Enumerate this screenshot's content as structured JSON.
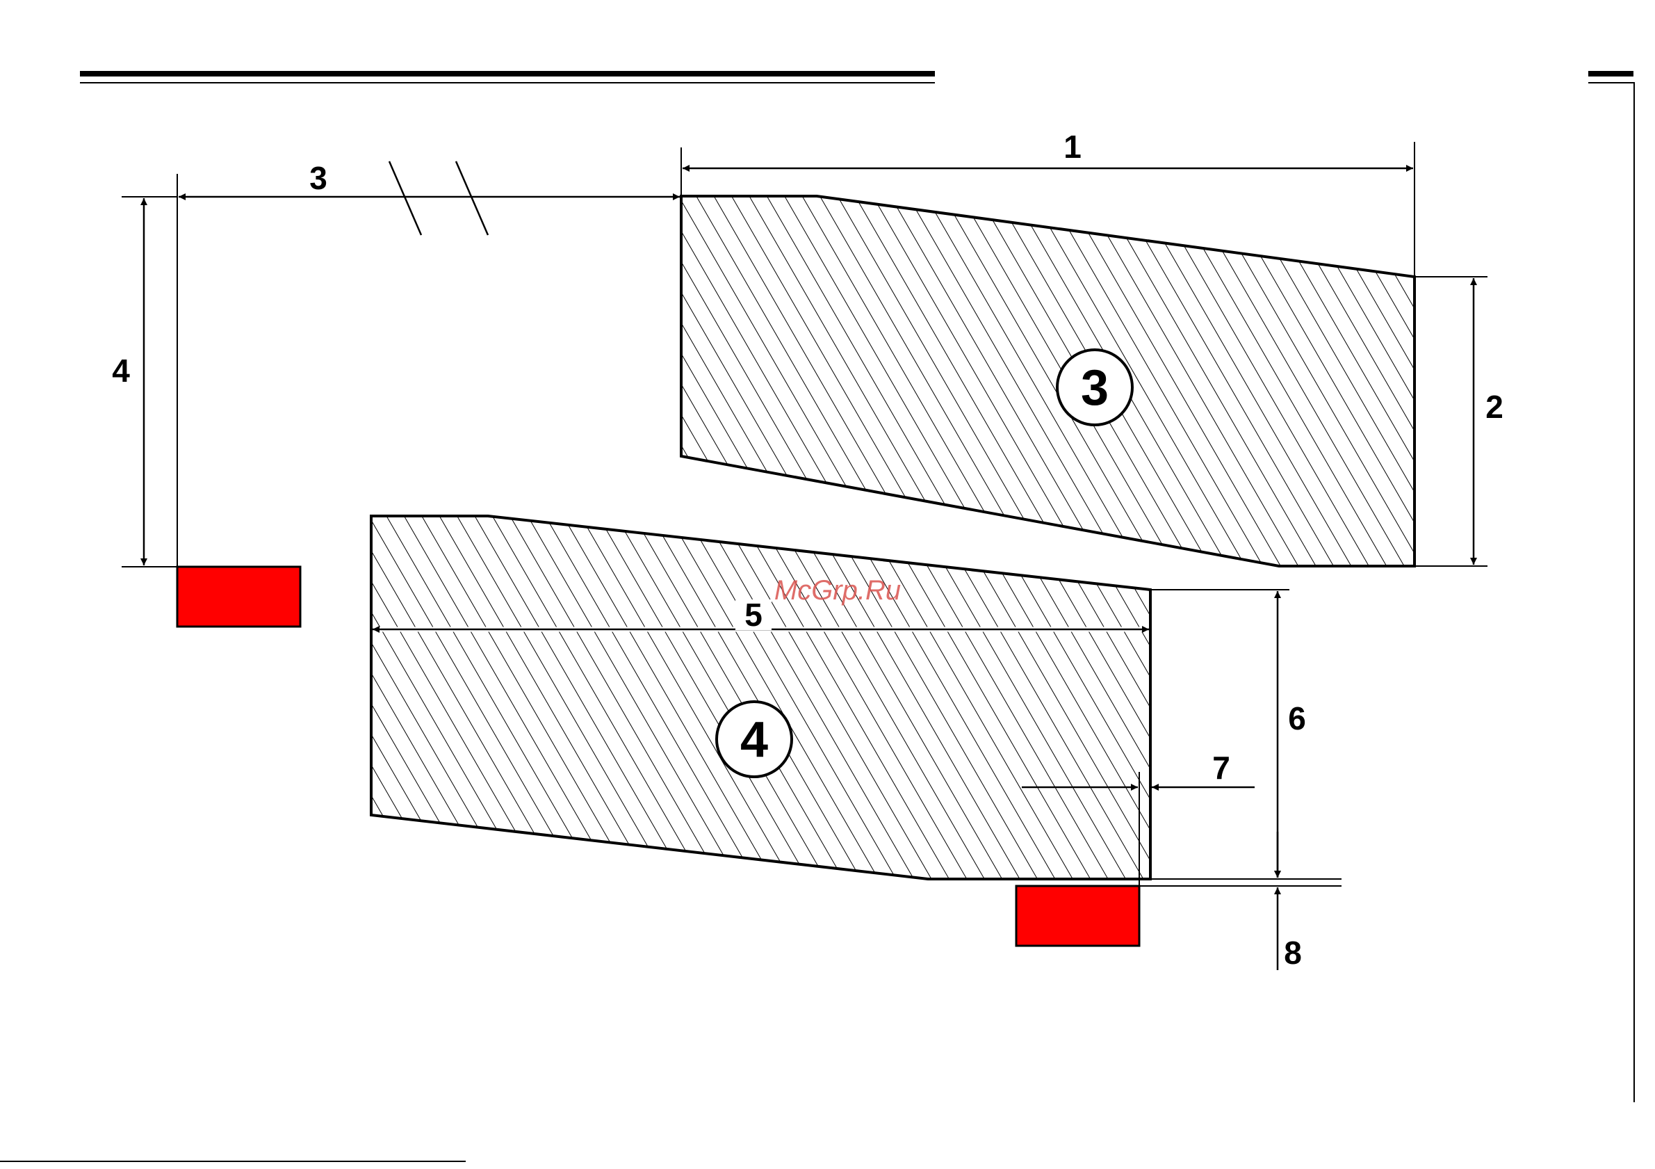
{
  "diagram": {
    "dimensions": {
      "d1": "1",
      "d2": "2",
      "d3": "3",
      "d4": "4",
      "d5": "5",
      "d6": "6",
      "d7": "7",
      "d8": "8"
    },
    "parts": {
      "upper": "3",
      "lower": "4"
    },
    "watermark": "McGrp.Ru",
    "colors": {
      "marker": "#ff0000",
      "line": "#000000"
    }
  }
}
